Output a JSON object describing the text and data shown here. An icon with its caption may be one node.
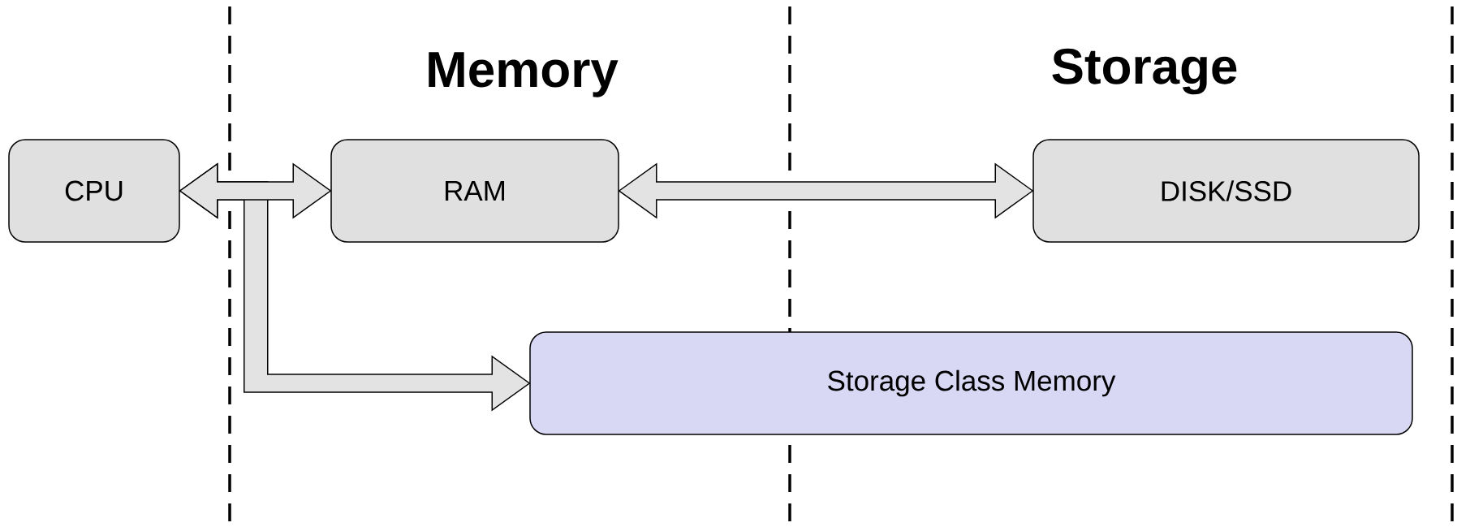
{
  "diagram": {
    "nodes": [
      {
        "text": [
          "CPU"
        ]
      },
      {
        "text": [
          "RAM"
        ]
      },
      {
        "text": [
          "DISK/SSD"
        ]
      },
      {
        "text": [
          "Storage Class Memory"
        ]
      }
    ],
    "edges": [
      {
        "from": 0,
        "to": 1,
        "arrow": "both"
      },
      {
        "from": 1,
        "to": 2,
        "arrow": "both"
      },
      {
        "from": 0,
        "to": 3,
        "arrow": "both"
      }
    ],
    "labels": [
      "Memory",
      "Storage"
    ]
  }
}
